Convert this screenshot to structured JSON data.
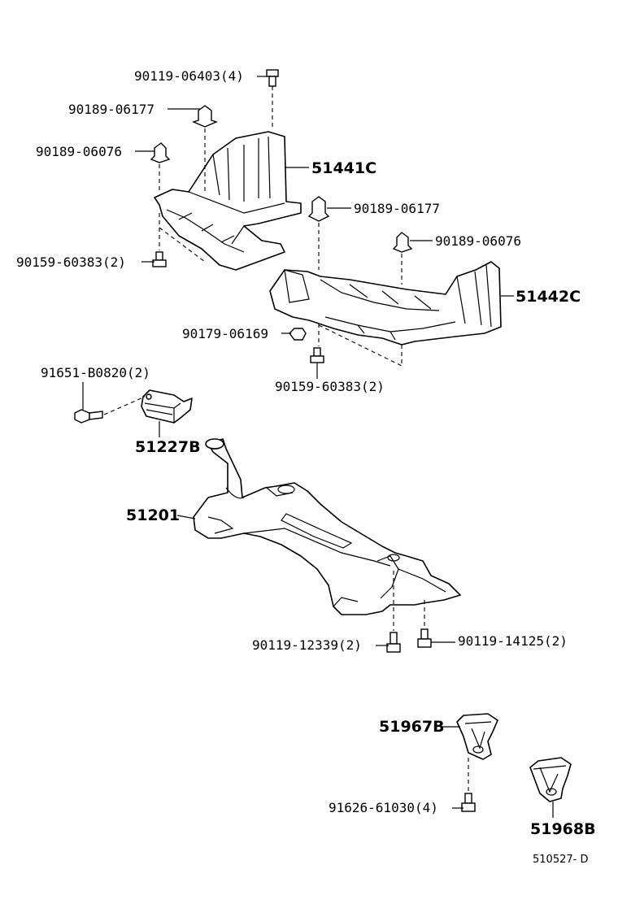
{
  "callouts": {
    "p90119_06403": "90119-06403(4)",
    "p90189_06177_a": "90189-06177",
    "p90189_06076_a": "90189-06076",
    "p51441c": "51441C",
    "p90189_06177_b": "90189-06177",
    "p90159_60383_a": "90159-60383(2)",
    "p90189_06076_b": "90189-06076",
    "p51442c": "51442C",
    "p90179_06169": "90179-06169",
    "p90159_60383_b": "90159-60383(2)",
    "p91651_b0820": "91651-B0820(2)",
    "p51227b": "51227B",
    "p51201": "51201",
    "p90119_12339": "90119-12339(2)",
    "p90119_14125": "90119-14125(2)",
    "p51967b": "51967B",
    "p91626_61030": "91626-61030(4)",
    "p51968b": "51968B"
  },
  "diagram_code": "510527- D"
}
